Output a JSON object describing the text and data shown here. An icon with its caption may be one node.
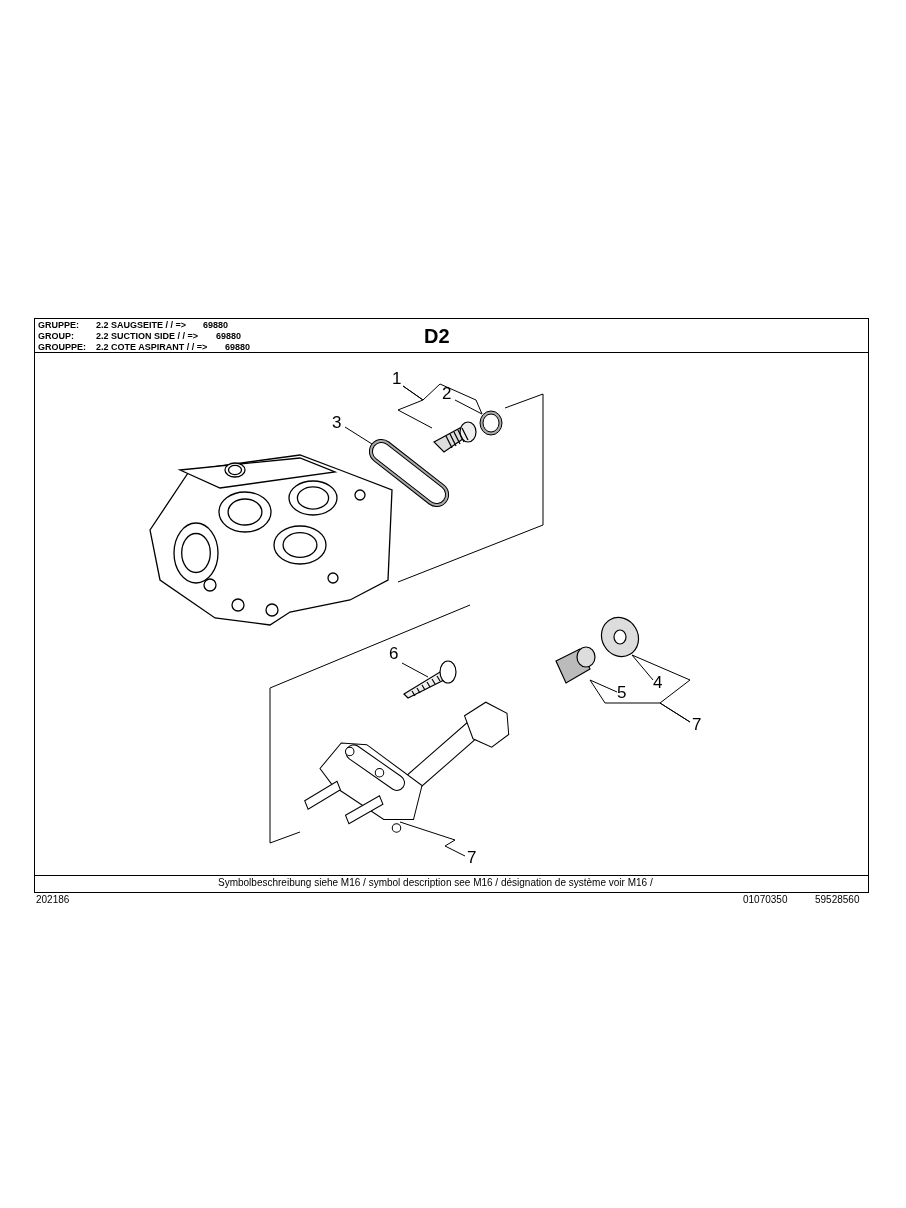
{
  "diagram": {
    "nodes": [
      {
        "text": [
          "1"
        ]
      },
      {
        "text": [
          "2"
        ]
      },
      {
        "text": [
          "3"
        ]
      },
      {
        "text": [
          "6"
        ]
      },
      {
        "text": [
          "5"
        ]
      },
      {
        "text": [
          "4"
        ]
      },
      {
        "text": [
          "7"
        ]
      },
      {
        "text": [
          "7"
        ]
      },
      {
        "text": [],
        "shape": "picture"
      },
      {
        "text": [],
        "shape": "picture"
      },
      {
        "text": [],
        "shape": "picture"
      },
      {
        "text": [],
        "shape": "picture"
      },
      {
        "text": [],
        "shape": "picture"
      },
      {
        "text": [],
        "shape": "picture"
      },
      {
        "text": [],
        "shape": "picture"
      }
    ],
    "edges": [
      {
        "from": 0,
        "to": 8,
        "arrow": "none"
      },
      {
        "from": 0,
        "to": 9,
        "arrow": "none"
      },
      {
        "from": 1,
        "to": 9,
        "arrow": "none"
      },
      {
        "from": 2,
        "to": 10,
        "arrow": "none"
      },
      {
        "from": 3,
        "to": 11,
        "arrow": "none"
      },
      {
        "from": 4,
        "to": 12,
        "arrow": "none"
      },
      {
        "from": 5,
        "to": 13,
        "arrow": "none"
      },
      {
        "from": 6,
        "to": 12,
        "arrow": "none"
      },
      {
        "from": 6,
        "to": 13,
        "arrow": "none"
      },
      {
        "from": 7,
        "to": 14,
        "arrow": "none"
      }
    ],
    "labels": [
      "GRUPPE:",
      "2.2 SAUGSEITE / / =>",
      "69880",
      "D2",
      "GROUP:",
      "2.2 SUCTION SIDE / / =>",
      "69880",
      "GROUPPE:",
      "2.2 COTE ASPIRANT / / =>",
      "69880",
      "Symbolbeschreibung siehe M16 / symbol description see M16 / désignation de système voir M16 /",
      "202186",
      "01070350",
      "59528560"
    ]
  }
}
